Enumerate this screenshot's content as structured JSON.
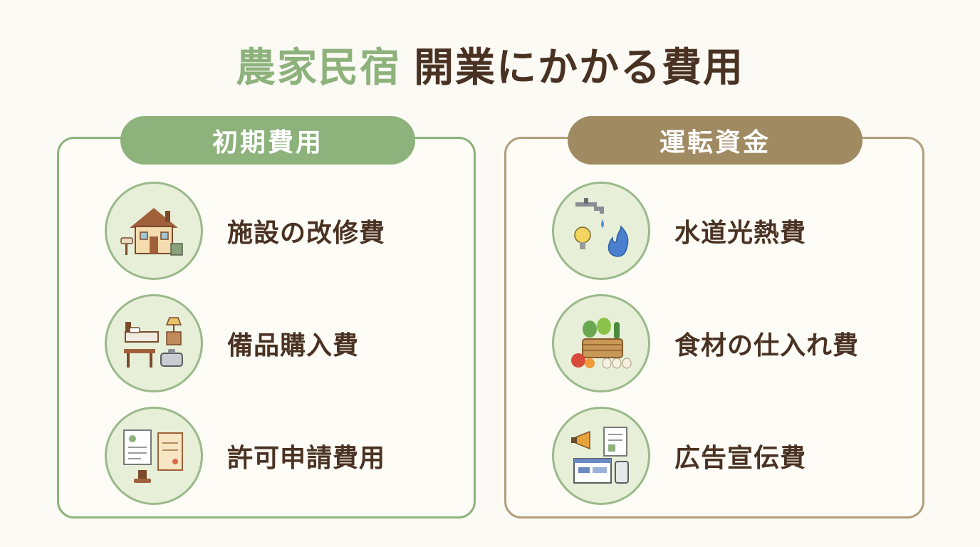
{
  "title": {
    "accent": "農家民宿",
    "main": "開業にかかる費用"
  },
  "initial": {
    "heading": "初期費用",
    "items": [
      {
        "label": "施設の改修費",
        "icon": "house-renovation-icon"
      },
      {
        "label": "備品購入費",
        "icon": "furniture-icon"
      },
      {
        "label": "許可申請費用",
        "icon": "permit-document-icon"
      }
    ]
  },
  "operating": {
    "heading": "運転資金",
    "items": [
      {
        "label": "水道光熱費",
        "icon": "utilities-icon"
      },
      {
        "label": "食材の仕入れ費",
        "icon": "groceries-basket-icon"
      },
      {
        "label": "広告宣伝費",
        "icon": "advertising-icon"
      }
    ]
  },
  "colors": {
    "green": "#8db27c",
    "brown": "#a08a62",
    "text": "#4a3222"
  }
}
